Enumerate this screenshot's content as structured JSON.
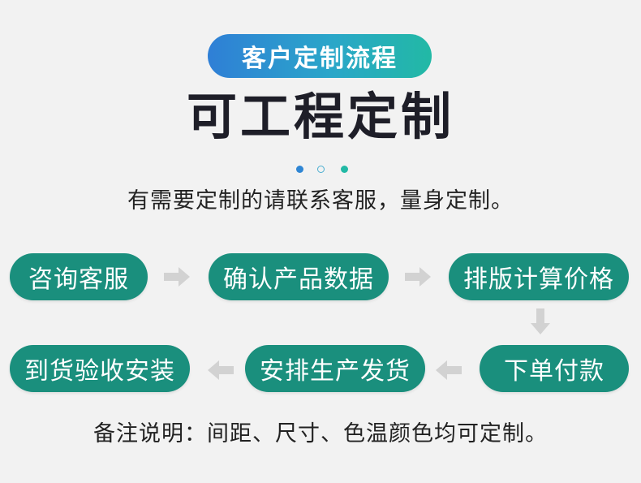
{
  "badge": "客户定制流程",
  "title": "可工程定制",
  "subtitle": "有需要定制的请联系客服，量身定制。",
  "steps": [
    "咨询客服",
    "确认产品数据",
    "排版计算价格",
    "下单付款",
    "安排生产发货",
    "到货验收安装"
  ],
  "note": "备注说明：间距、尺寸、色温颜色均可定制。",
  "colors": {
    "background": "#f2f2f2",
    "step_fill": "#1a8f7d",
    "arrow": "#d2d2d2",
    "badge_start": "#2f7fd6",
    "badge_end": "#22b9a5",
    "title_text": "#1e1e28"
  },
  "icons": {
    "flow_arrow": "arrow-icon",
    "decor_dots": "dots"
  }
}
